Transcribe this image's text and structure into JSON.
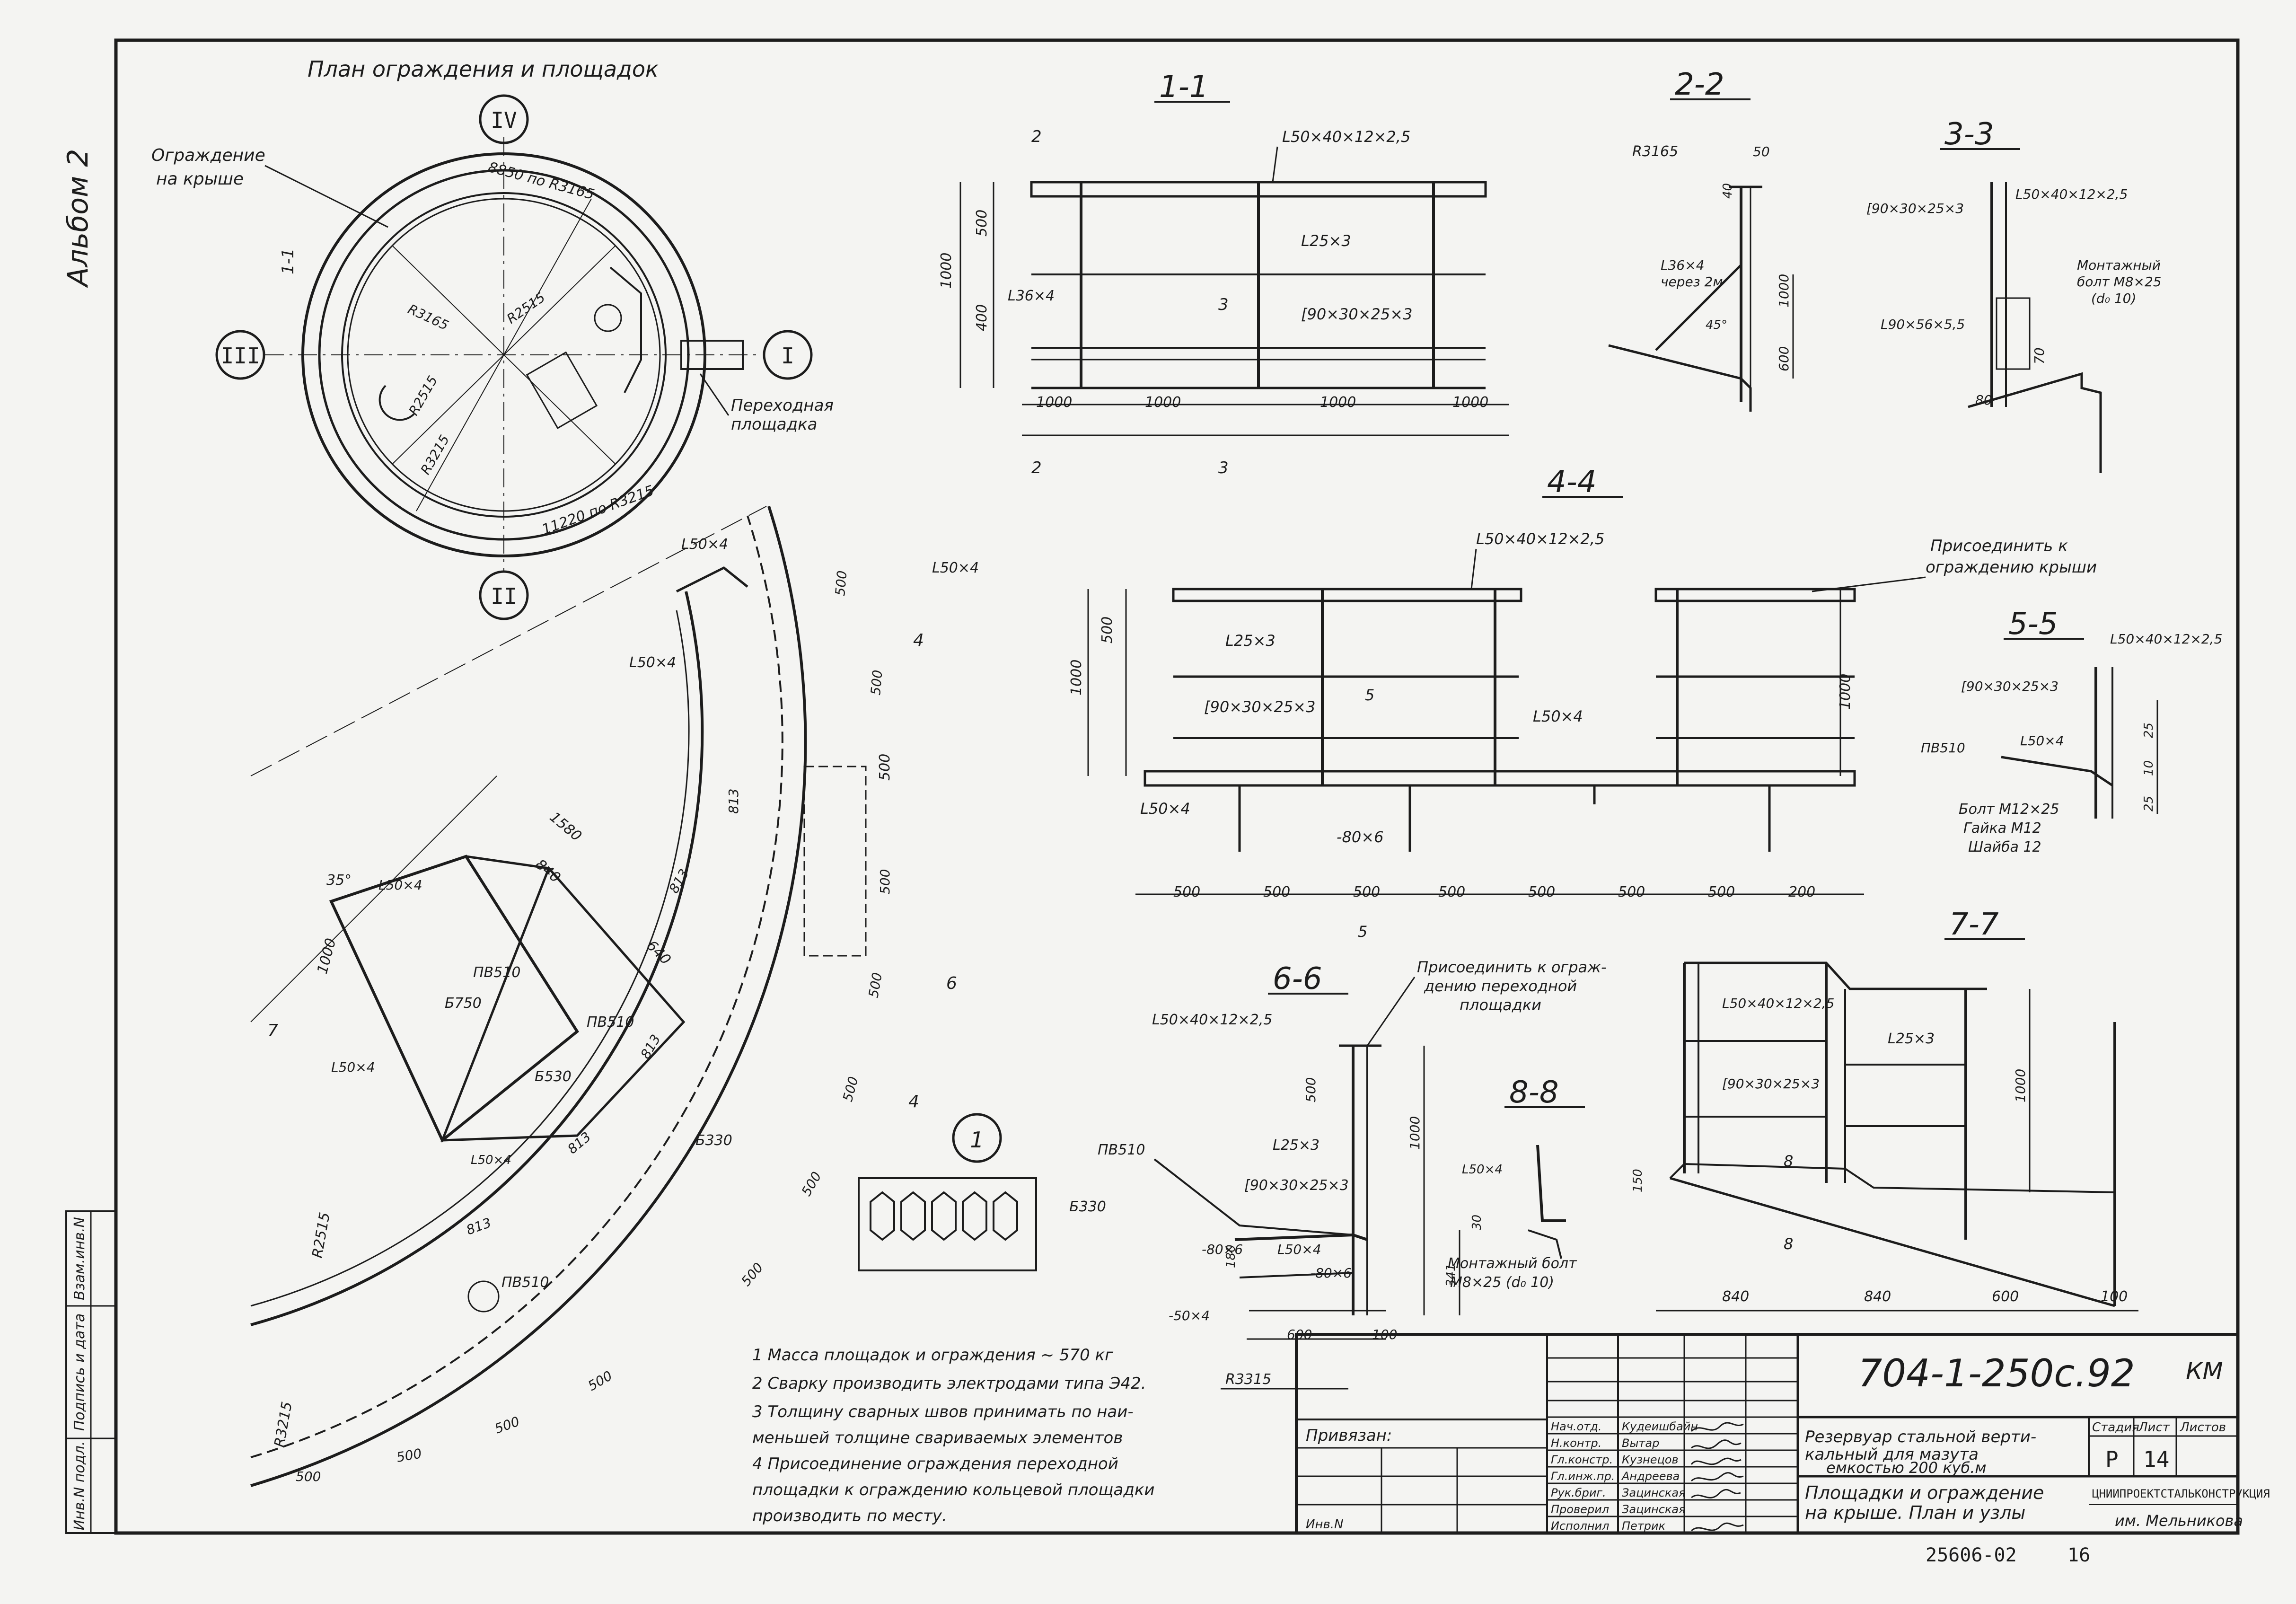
{
  "album": "Альбом 2",
  "plan": {
    "title": "План ограждения и площадок",
    "roof_fence_line1": "Ограждение",
    "roof_fence_line2": "на крыше",
    "axis_I": "I",
    "axis_II": "II",
    "axis_III": "III",
    "axis_IV": "IV",
    "arc_top": "8850 по R3165",
    "arc_bottom": "11220 по R3215",
    "r1": "R3165",
    "r2": "R2515",
    "r3": "R3215",
    "r4": "R2515",
    "transfer_line1": "Переходная",
    "transfer_line2": "площадка",
    "cut11": "1-1"
  },
  "ring": {
    "l50_1": "L50×4",
    "l50_2": "L50×4",
    "l50_3": "L50×4",
    "l50_4": "L50×4",
    "l50_5": "L50×4",
    "l50_6": "L50×4",
    "pv1": "ПВ510",
    "pv2": "ПВ510",
    "pv3": "ПВ510",
    "b750": "Б750",
    "b530": "Б530",
    "b330": "Б330",
    "d1580": "1580",
    "d840": "840",
    "d640": "640",
    "d1000": "1000",
    "d813a": "813",
    "d813b": "813",
    "d813c": "813",
    "d813d": "813",
    "d813e": "813",
    "d500": "500",
    "ang35": "35°",
    "r2515": "R2515",
    "r3215": "R3215",
    "cut6": "6",
    "cut7": "7",
    "cut4": "4",
    "node1": "1"
  },
  "s11": {
    "title": "1-1",
    "top": "L50×40×12×2,5",
    "mid": "L25×3",
    "low": "[90×30×25×3",
    "post": "L36×4",
    "h1000": "1000",
    "h500": "500",
    "h400": "400",
    "w1": "1000",
    "w2": "1000",
    "w3": "1000",
    "w4": "1000",
    "m2": "2",
    "m3": "3"
  },
  "s22": {
    "title": "2-2",
    "r": "R3165",
    "top": "50",
    "t40": "40",
    "brace_line1": "L36×4",
    "brace_line2": "через 2м",
    "ang": "45°",
    "h1000": "1000",
    "h600": "600"
  },
  "s33": {
    "title": "3-3",
    "a": "[90×30×25×3",
    "b": "L50×40×12×2,5",
    "bolt_line1": "Монтажный",
    "bolt_line2": "болт М8×25",
    "bolt_line3": "(d₀ 10)",
    "c": "L90×56×5,5",
    "d70": "70",
    "d80": "80"
  },
  "s44": {
    "title": "4-4",
    "top": "L50×40×12×2,5",
    "connect_line1": "Присоединить к",
    "connect_line2": "ограждению крыши",
    "mid": "L25×3",
    "ch": "[90×30×25×3",
    "l50a": "L50×4",
    "l50b": "L50×4",
    "strip": "-80×6",
    "h500": "500",
    "h1000": "1000",
    "h1000r": "1000",
    "c5": "5",
    "c5b": "5",
    "w": [
      "500",
      "500",
      "500",
      "500",
      "500",
      "500",
      "500",
      "200"
    ]
  },
  "s55": {
    "title": "5-5",
    "top": "L50×40×12×2,5",
    "ch": "[90×30×25×3",
    "pv": "ПВ510",
    "l50": "L50×4",
    "bolt1": "Болт М12×25",
    "bolt2": "Гайка М12",
    "bolt3": "Шайба 12",
    "d25a": "25",
    "d10": "10",
    "d25b": "25"
  },
  "s66": {
    "title": "6-6",
    "connect_line1": "Присоединить к ограж-",
    "connect_line2": "дению переходной",
    "connect_line3": "площадки",
    "top": "L50×40×12×2,5",
    "mid": "L25×3",
    "ch": "[90×30×25×3",
    "pv": "ПВ510",
    "b330": "Б330",
    "s80a": "-80×6",
    "l50": "L50×4",
    "s80b": "-80×6",
    "s50": "-50×4",
    "h500": "500",
    "h1000": "1000",
    "h180": "180",
    "h341": "341",
    "w600": "600",
    "w100": "100",
    "r": "R3315"
  },
  "s77": {
    "title": "7-7",
    "top": "L50×40×12×2,5",
    "mid": "L25×3",
    "ch": "[90×30×25×3",
    "h1000": "1000",
    "h150": "150",
    "w1": "840",
    "w2": "840",
    "w3": "600",
    "w4": "100",
    "m8": "8",
    "m8b": "8"
  },
  "s88": {
    "title": "8-8",
    "l50": "L50×4",
    "d30": "30",
    "bolt1": "Монтажный болт",
    "bolt2": "М8×25 (d₀ 10)"
  },
  "notes": [
    "1 Масса площадок и ограждения ~ 570 кг",
    "2 Сварку производить электродами типа Э42.",
    "3 Толщину сварных швов принимать по наи-",
    "меньшей толщине свариваемых элементов",
    "4 Присоединение ограждения переходной",
    "площадки к ограждению кольцевой площадки",
    "производить по месту."
  ],
  "stamp": {
    "code": "704-1-250с.92",
    "km": "КМ",
    "privyazan": "Привязан:",
    "inv": "Инв.N",
    "roles": [
      "Нач.отд.",
      "Н.контр.",
      "Гл.констр.",
      "Гл.инж.пр.",
      "Рук.бриг.",
      "Проверил",
      "Исполнил"
    ],
    "names": [
      "Кудеишбайн",
      "Вытар",
      "Кузнецов",
      "Андреева",
      "Зацинская",
      "Зацинская",
      "Петрик"
    ],
    "obj_line1": "Резервуар стальной верти-",
    "obj_line2": "кальный для мазута",
    "obj_line3": "емкостью 200 куб.м",
    "sheet_line1": "Площадки и ограждение",
    "sheet_line2": "на крыше. План и узлы",
    "stage_h": "Стадия",
    "list_h": "Лист",
    "lists_h": "Листов",
    "stage": "Р",
    "list": "14",
    "org_line1": "ЦНИИПРОЕКТСТАЛЬКОНСТРУКЦИЯ",
    "org_line2": "им. Мельникова",
    "num": "25606-02",
    "pg": "16"
  },
  "side": {
    "a": "Взам.инв.N",
    "b": "Подпись и дата",
    "c": "Инв.N подл."
  }
}
